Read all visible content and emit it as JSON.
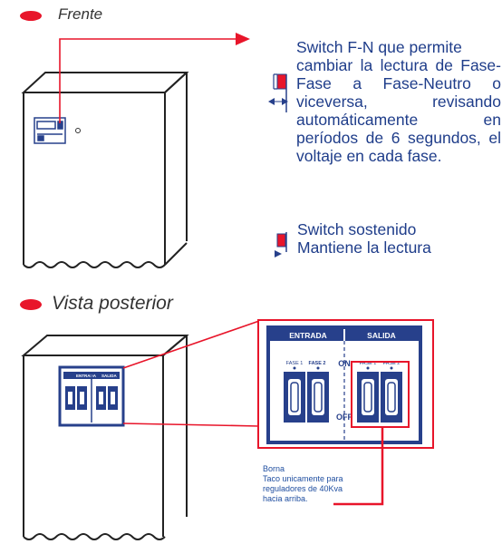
{
  "sections": {
    "front_title": "Frente",
    "rear_title": "Vista posterior"
  },
  "front_note": {
    "line1": "Switch F-N que permite",
    "body": "cambiar la lectura de Fase-Fase a Fase-Neutro o viceversa, revisando automáticamente en períodos de 6 segundos, el voltaje en cada fase."
  },
  "hold_note": {
    "line1": "Switch sostenido",
    "line2": "Mantiene la lectura"
  },
  "panel": {
    "entrada": "ENTRADA",
    "salida": "SALIDA",
    "fase1": "FASE 1",
    "fase2": "FASE 2",
    "on": "ON",
    "off": "OFF"
  },
  "borna_note": {
    "title": "Borna",
    "line1": "Taco unicamente para",
    "line2": "reguladores de 40Kva",
    "line3": "hacia arriba."
  },
  "colors": {
    "accent_red": "#e8152a",
    "text_blue": "#1f3d8a",
    "panel_blue": "#27408b"
  }
}
